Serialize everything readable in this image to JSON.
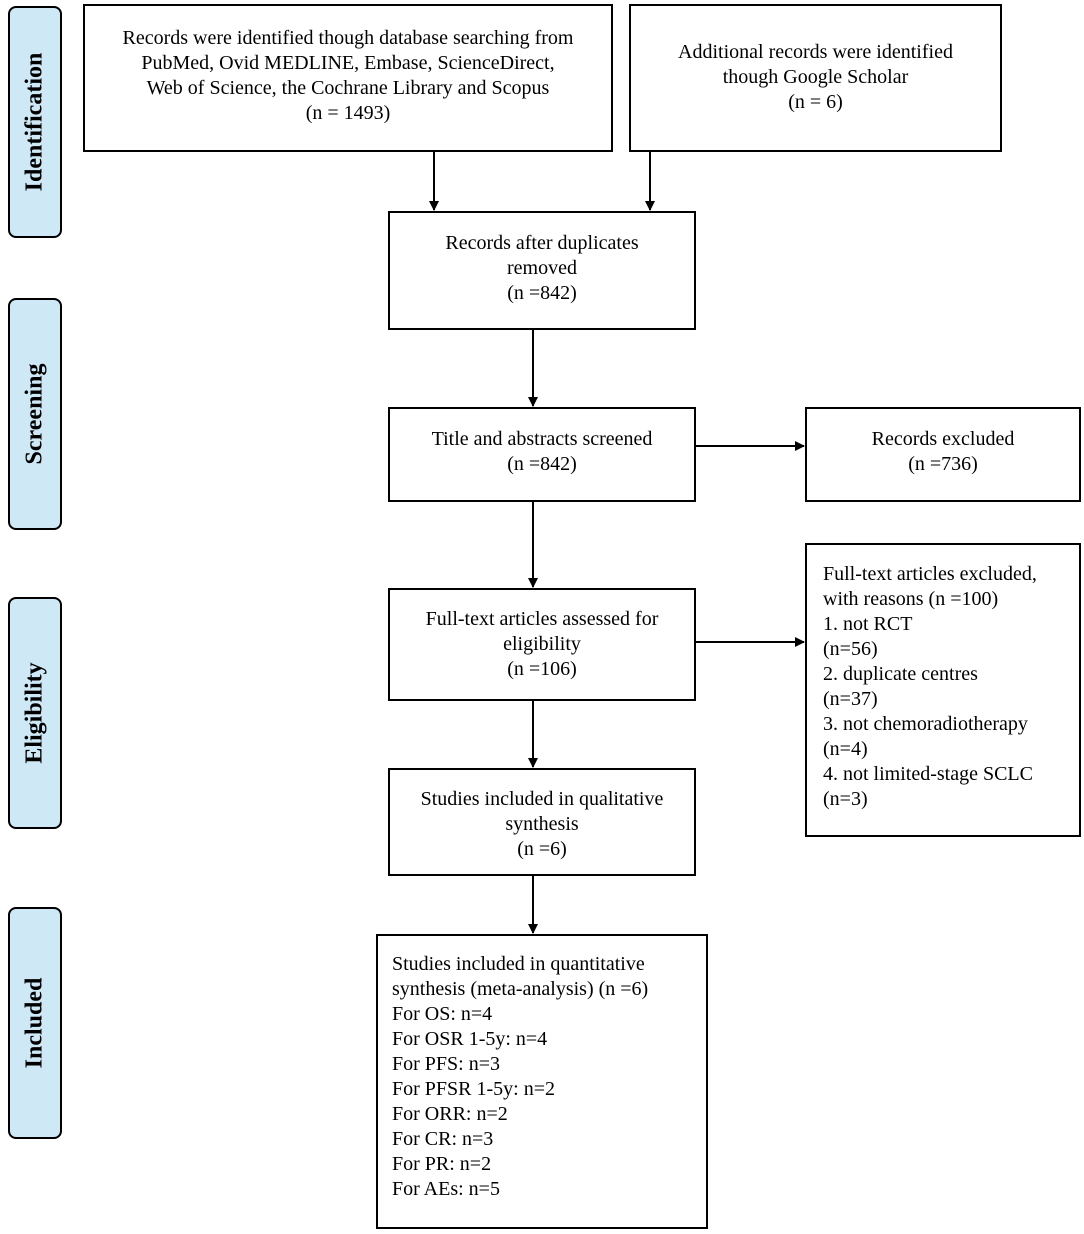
{
  "phases": {
    "identification": "Identification",
    "screening": "Screening",
    "eligibility": "Eligibility",
    "included": "Included"
  },
  "boxes": {
    "database_records": {
      "lines": [
        "Records were identified though database searching from",
        "PubMed, Ovid MEDLINE, Embase, ScienceDirect,",
        "Web of Science, the Cochrane Library and Scopus",
        "(n = 1493)"
      ]
    },
    "additional_records": {
      "lines": [
        "Additional records were identified",
        "though Google Scholar",
        "(n = 6)"
      ]
    },
    "after_duplicates": {
      "lines": [
        "Records after duplicates",
        "removed",
        "(n =842)"
      ]
    },
    "screened": {
      "lines": [
        "Title and abstracts screened",
        "(n =842)"
      ]
    },
    "excluded": {
      "lines": [
        "Records excluded",
        "(n =736)"
      ]
    },
    "full_text_assessed": {
      "lines": [
        "Full-text articles assessed for",
        "eligibility",
        "(n =106)"
      ]
    },
    "full_text_excluded": {
      "lines": [
        "Full-text articles excluded,",
        "with reasons (n =100)",
        "1. not RCT",
        "(n=56)",
        "2. duplicate centres",
        "(n=37)",
        "3. not chemoradiotherapy",
        "(n=4)",
        "4. not limited-stage SCLC",
        "(n=3)"
      ]
    },
    "qualitative": {
      "lines": [
        "Studies included in qualitative",
        "synthesis",
        "(n =6)"
      ]
    },
    "quantitative": {
      "lines": [
        "Studies included in quantitative",
        "synthesis (meta-analysis) (n =6)",
        "For OS: n=4",
        "For OSR 1-5y: n=4",
        "For PFS: n=3",
        "For PFSR 1-5y: n=2",
        "For ORR: n=2",
        "For CR: n=3",
        "For PR: n=2",
        "For AEs: n=5"
      ]
    }
  }
}
